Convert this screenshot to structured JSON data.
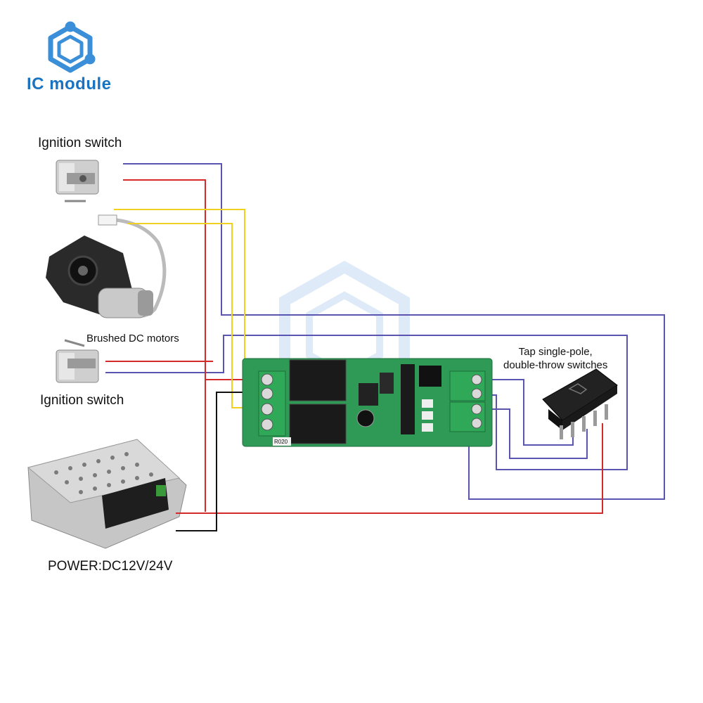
{
  "logo": {
    "text": "IC module",
    "icon": "hexagon-circuit-logo-icon",
    "color": "#1a73c0"
  },
  "labels": {
    "ignition_top": "Ignition switch",
    "ignition_bottom": "Ignition switch",
    "motors": "Brushed DC motors",
    "switch_line1": "Tap single-pole,",
    "switch_line2": "double-throw switches",
    "power": "POWER:DC12V/24V"
  },
  "board": {
    "resistor_label": "R020"
  },
  "wire_colors": {
    "signal": "#5a55b0",
    "power": "#d42a2a",
    "motor": "#f0d020",
    "ground": "#111111"
  }
}
